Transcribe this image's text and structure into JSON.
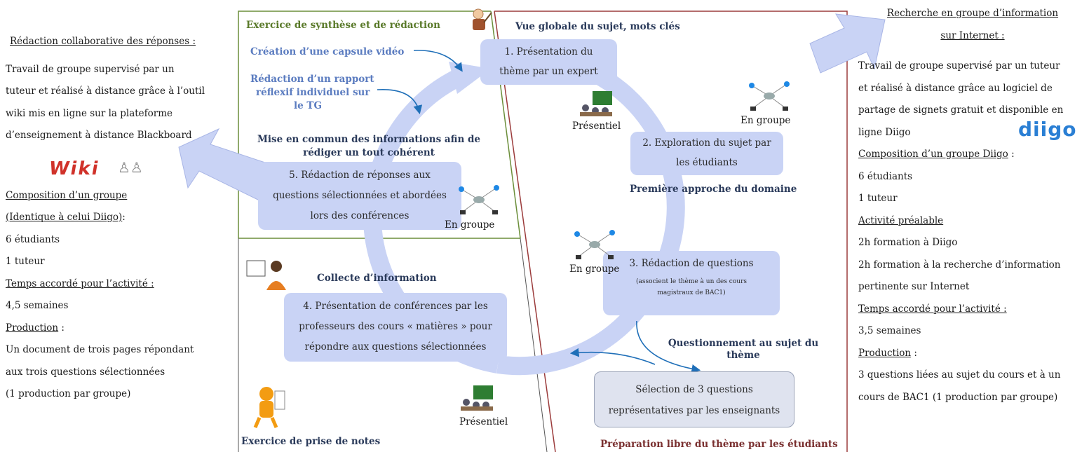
{
  "left_panel": {
    "title": "Rédaction collaborative des réponses :",
    "description_lines": [
      "Travail de groupe  supervisé par un",
      "tuteur  et réalisé à distance grâce à l’outil",
      "wiki mis en ligne sur la plateforme",
      "d’enseignement à distance Blackboard"
    ],
    "composition_lines": [
      "Composition d’un groupe",
      "(Identique à celui Diigo)"
    ],
    "composition_colon": ":",
    "items": [
      "6 étudiants",
      "1 tuteur"
    ],
    "time_label": "Temps accordé pour l’activité :",
    "time_value": " 4,5 semaines",
    "production_label": "Production",
    "production_colon": " :",
    "production_lines": [
      "Un document de trois pages répondant",
      "aux trois questions sélectionnées",
      "(1 production par groupe)"
    ]
  },
  "right_panel": {
    "title_lines": [
      "Recherche  en groupe d’information",
      "sur Internet :"
    ],
    "description_lines": [
      "Travail de groupe  supervisé par un tuteur",
      "et réalisé à distance grâce au logiciel  de",
      "partage de signets gratuit et disponible en",
      "ligne Diigo"
    ],
    "logo": "diigo",
    "composition_label": "Composition d’un groupe Diigo",
    "composition_colon": " :",
    "items": [
      "6 étudiants",
      "1 tuteur"
    ],
    "prior_label": "Activité préalable",
    "prior_items": [
      "2h formation à Diigo",
      "2h formation à la recherche d’information",
      "pertinente sur Internet"
    ],
    "time_label": "Temps accordé pour l’activité :",
    "time_value": " 3,5 semaines",
    "production_label": "Production",
    "production_colon": " :",
    "production_lines": [
      "3 questions liées au sujet du cours et à un",
      "cours de BAC1 (1 production par groupe)"
    ]
  },
  "center": {
    "exercise_synthesis": "Exercice de synthèse et de rédaction",
    "video_capsule": "Création d’une capsule vidéo",
    "reflexive_report_lines": [
      "Rédaction d’un rapport",
      "réflexif individuel sur",
      "le TG"
    ],
    "pooling_lines": [
      "Mise en commun des informations afin de",
      "rédiger un tout cohérent"
    ],
    "global_view": "Vue globale du sujet, mots clés",
    "first_approach": "Première approche du domaine",
    "info_collection": "Collecte d’information",
    "questioning_lines": [
      "Questionnement au sujet du",
      "thème"
    ],
    "note_taking": "Exercice de prise de notes",
    "free_preparation": "Préparation libre du thème par les étudiants",
    "wiki_logo": "Wiki",
    "step1_lines": [
      "1. Présentation du",
      "thème par un expert"
    ],
    "step2_lines": [
      "2. Exploration du sujet par",
      "les étudiants"
    ],
    "step3_line": "3. Rédaction de questions",
    "step3_note_lines": [
      "(associent le thème à un des cours",
      "magistraux de BAC1)"
    ],
    "step4_lines": [
      "4. Présentation de conférences par les",
      "professeurs des cours « matières » pour",
      "répondre aux questions sélectionnées"
    ],
    "step5_lines": [
      "5. Rédaction de réponses   aux",
      "questions sélectionnées et abordées",
      "lors des conférences"
    ],
    "selection_lines": [
      "Sélection de 3 questions",
      "représentatives par les enseignants"
    ],
    "mode_presentiel": "Présentiel",
    "mode_group": "En groupe"
  },
  "colors": {
    "arrow_fill": "#c9d3f5",
    "accent_blue": "#5b7cc0",
    "green_border": "#6b8e3a",
    "dark_red_border": "#9b3b3b",
    "header_text": "#2a3a5a",
    "red_text": "#7a3030",
    "diigo_blue": "#2a7fd4"
  }
}
